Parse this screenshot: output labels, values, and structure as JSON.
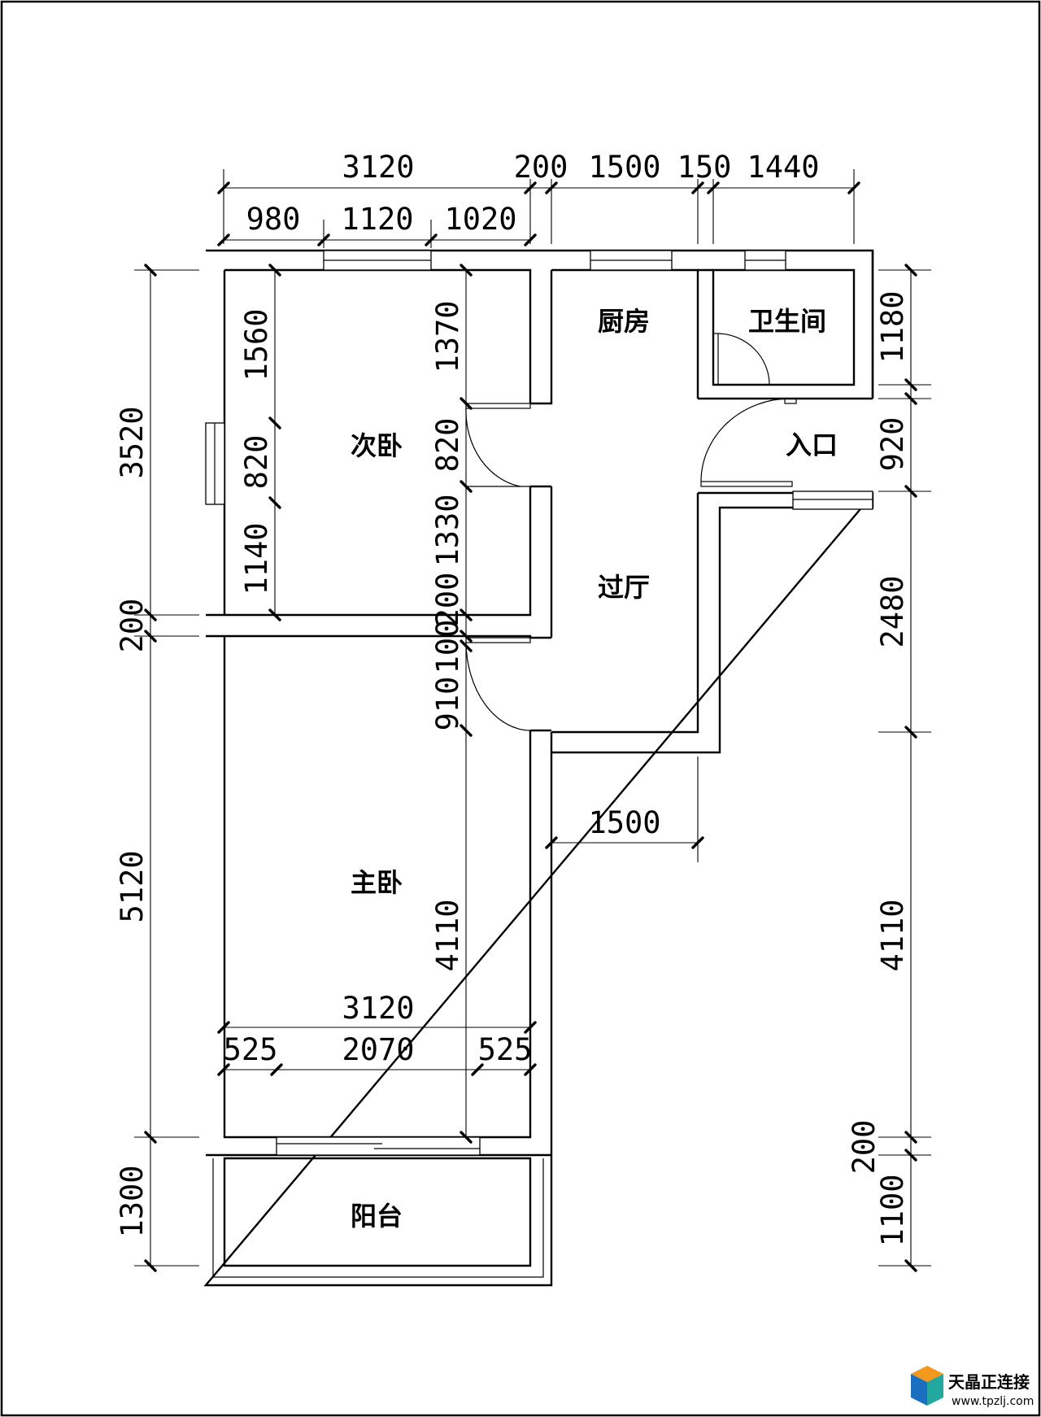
{
  "rooms": {
    "second_bedroom": "次卧",
    "kitchen": "厨房",
    "bathroom": "卫生间",
    "entrance": "入口",
    "hall": "过厅",
    "master_bedroom": "主卧",
    "balcony": "阳台"
  },
  "dimensions": {
    "top_outer": [
      "3120",
      "200",
      "1500",
      "150",
      "1440"
    ],
    "top_inner": [
      "980",
      "1120",
      "1020"
    ],
    "left": [
      "3520",
      "200",
      "5120",
      "1300"
    ],
    "bedroom_left": [
      "1560",
      "820",
      "1140"
    ],
    "interior": [
      "1370",
      "820",
      "1330",
      "200",
      "100",
      "910",
      "4110"
    ],
    "right": [
      "1180",
      "920",
      "2480",
      "4110",
      "200",
      "1100"
    ],
    "hall_width": "1500",
    "master_bottom_total": "3120",
    "master_bottom": [
      "525",
      "2070",
      "525"
    ]
  },
  "logo": {
    "name": "天晶正连接",
    "url": "www.tpzlj.com",
    "colors": {
      "orange": "#f39a1e",
      "blue": "#1a6fc0",
      "teal": "#23a8a0"
    }
  }
}
